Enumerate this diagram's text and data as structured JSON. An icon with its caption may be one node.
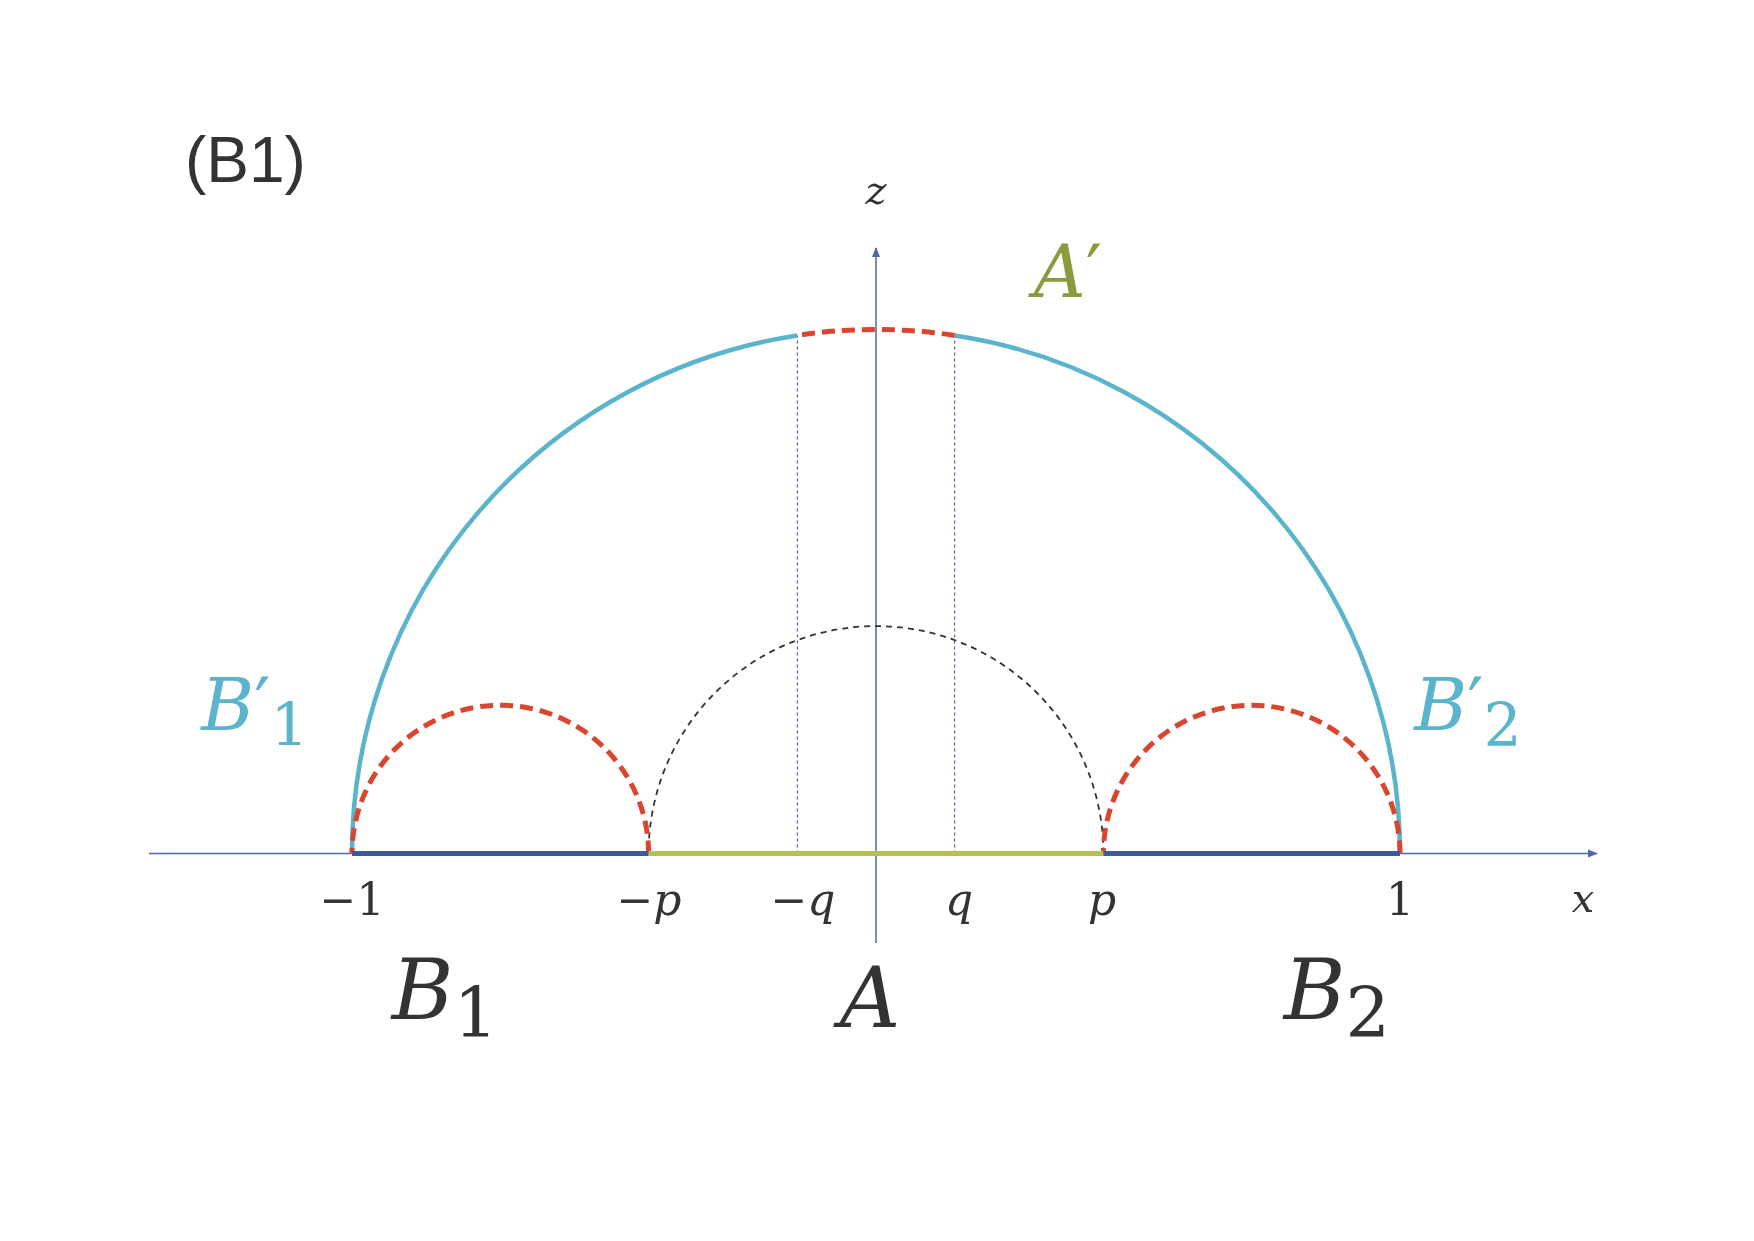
{
  "diagram": {
    "title": "(B1)",
    "labels": [
      "*z*",
      "*A*′",
      "*B*′$_{1}$",
      "*B*′$_{2}$",
      "−1",
      "−*p*",
      "−*q*",
      "*q*",
      "*p*",
      "1",
      "*x*",
      "*B*$_{1}$",
      "*A*",
      "*B*$_{2}$"
    ]
  }
}
